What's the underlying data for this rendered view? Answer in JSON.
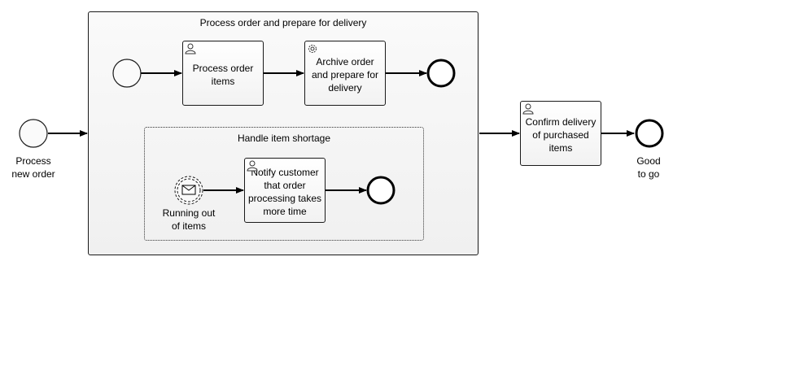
{
  "subprocess": {
    "title": "Process order and prepare for delivery"
  },
  "event_subprocess": {
    "title": "Handle item shortage"
  },
  "tasks": {
    "process_order_items": "Process order items",
    "archive_order": "Archive order and prepare for delivery",
    "notify_customer": "Notify customer that order processing takes more time",
    "confirm_delivery": "Confirm delivery of purchased items"
  },
  "events": {
    "start_process_new_order": "Process\nnew order",
    "end_good_to_go": "Good\nto go",
    "message_running_out": "Running out\nof items"
  },
  "icons": {
    "user_task": "user-icon",
    "service_task": "gear-icon",
    "message_event": "envelope-icon"
  }
}
